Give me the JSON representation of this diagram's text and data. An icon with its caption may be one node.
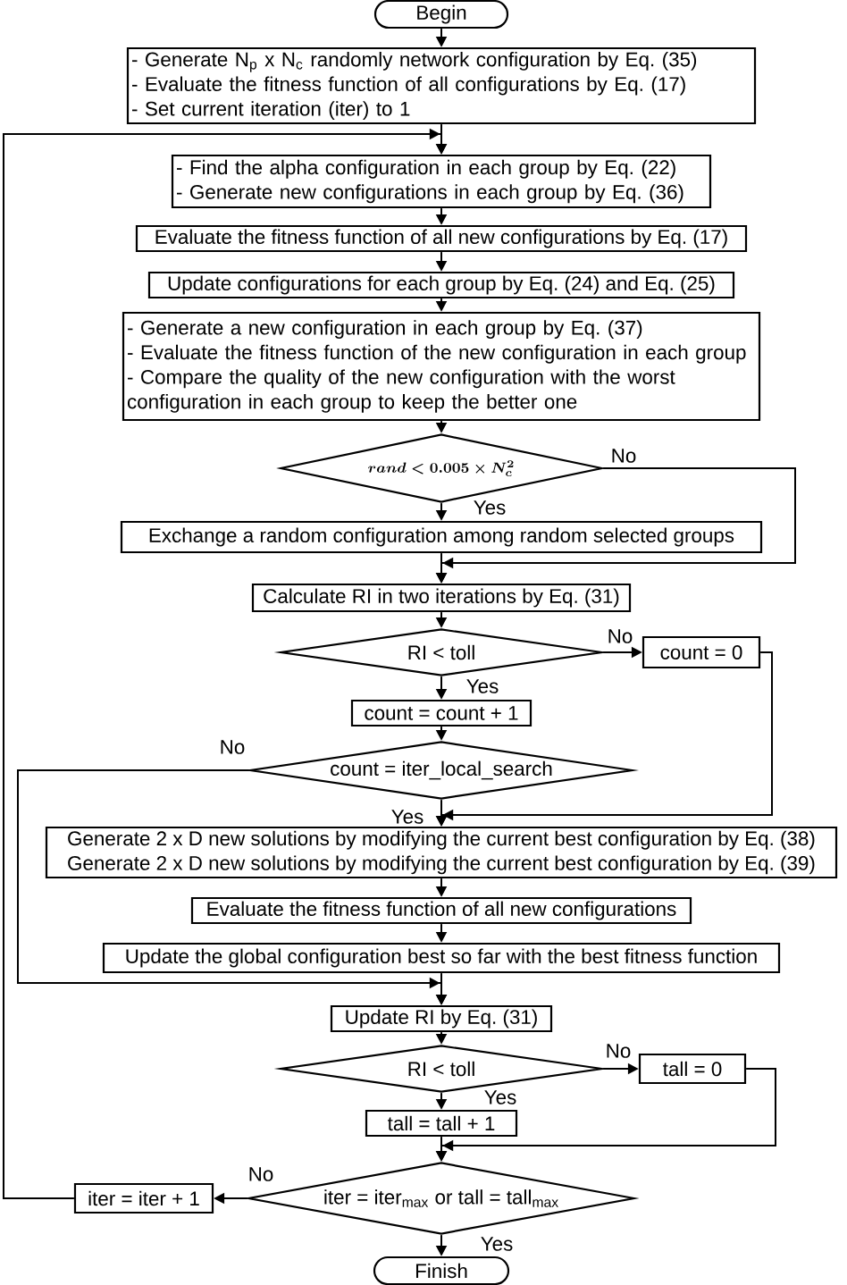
{
  "diagram": {
    "nodes": [
      {
        "text": [
          "Begin"
        ]
      },
      {
        "text": [
          "- Generate N$_{p}$ x N$_{c}$ randomly network configuration by Eq. (35)",
          "- Evaluate the fitness function of all configurations by Eq. (17)",
          "- Set current iteration (iter) to 1"
        ]
      },
      {
        "text": [
          "- Find the alpha configuration in each group by Eq. (22)",
          "- Generate new configurations in each group by Eq. (36)"
        ]
      },
      {
        "text": [
          "Evaluate the fitness function of all new configurations by Eq. (17)"
        ]
      },
      {
        "text": [
          "Update configurations for each group by Eq. (24) and Eq. (25)"
        ]
      },
      {
        "text": [
          "- Generate a new configuration in each group by Eq. (37)",
          "- Evaluate the fitness function of the new configuration in each group",
          "- Compare the quality of the new configuration with the worst configuration in each group to keep the better one"
        ]
      },
      {
        "text": [
          "rand < 0.005 \\times N_c^2"
        ]
      },
      {
        "text": [
          "Exchange a random configuration among random selected groups"
        ]
      },
      {
        "text": [
          "Calculate RI in two iterations by Eq. (31)"
        ]
      },
      {
        "text": [
          "RI < toll"
        ]
      },
      {
        "text": [
          "count = 0"
        ]
      },
      {
        "text": [
          "count = count + 1"
        ]
      },
      {
        "text": [
          "count = iter_local_search"
        ]
      },
      {
        "text": [
          "Generate 2 x D new solutions by modifying the current best configuration by Eq. (38)",
          "Generate 2 x D new solutions by modifying the current best configuration by Eq. (39)"
        ]
      },
      {
        "text": [
          "Evaluate the fitness function of all new configurations"
        ]
      },
      {
        "text": [
          "Update the global configuration best so far with the best fitness function"
        ]
      },
      {
        "text": [
          "Update RI by Eq. (31)"
        ]
      },
      {
        "text": [
          "RI < toll"
        ]
      },
      {
        "text": [
          "tall = 0"
        ]
      },
      {
        "text": [
          "tall = tall + 1"
        ]
      },
      {
        "text": [
          "iter = iter$_{max}$ or tall = tall$_{max}$"
        ]
      },
      {
        "text": [
          "iter = iter + 1"
        ]
      },
      {
        "text": [
          "Finish"
        ]
      }
    ],
    "edges": [
      {
        "from": 0,
        "to": 1,
        "arrow": "to"
      },
      {
        "from": 1,
        "to": 2,
        "arrow": "to"
      },
      {
        "from": 2,
        "to": 3,
        "arrow": "to"
      },
      {
        "from": 3,
        "to": 4,
        "arrow": "to"
      },
      {
        "from": 4,
        "to": 5,
        "arrow": "to"
      },
      {
        "from": 5,
        "to": 6,
        "arrow": "to"
      },
      {
        "from": 6,
        "to": 7,
        "arrow": "to",
        "label": "Yes"
      },
      {
        "from": 6,
        "to": 8,
        "arrow": "to",
        "label": "No"
      },
      {
        "from": 7,
        "to": 8,
        "arrow": "to"
      },
      {
        "from": 8,
        "to": 9,
        "arrow": "to"
      },
      {
        "from": 9,
        "to": 10,
        "arrow": "to",
        "label": "No"
      },
      {
        "from": 9,
        "to": 11,
        "arrow": "to",
        "label": "Yes"
      },
      {
        "from": 11,
        "to": 12,
        "arrow": "to"
      },
      {
        "from": 12,
        "to": 13,
        "arrow": "to",
        "label": "Yes"
      },
      {
        "from": 12,
        "to": 16,
        "arrow": "to",
        "label": "No"
      },
      {
        "from": 10,
        "to": 13,
        "arrow": "to"
      },
      {
        "from": 13,
        "to": 14,
        "arrow": "to"
      },
      {
        "from": 14,
        "to": 15,
        "arrow": "to"
      },
      {
        "from": 15,
        "to": 16,
        "arrow": "to"
      },
      {
        "from": 16,
        "to": 17,
        "arrow": "to"
      },
      {
        "from": 17,
        "to": 18,
        "arrow": "to",
        "label": "No"
      },
      {
        "from": 17,
        "to": 19,
        "arrow": "to",
        "label": "Yes"
      },
      {
        "from": 19,
        "to": 20,
        "arrow": "to"
      },
      {
        "from": 18,
        "to": 20,
        "arrow": "to"
      },
      {
        "from": 20,
        "to": 21,
        "arrow": "to",
        "label": "No"
      },
      {
        "from": 20,
        "to": 22,
        "arrow": "to",
        "label": "Yes"
      },
      {
        "from": 21,
        "to": 2,
        "arrow": "to"
      }
    ]
  }
}
